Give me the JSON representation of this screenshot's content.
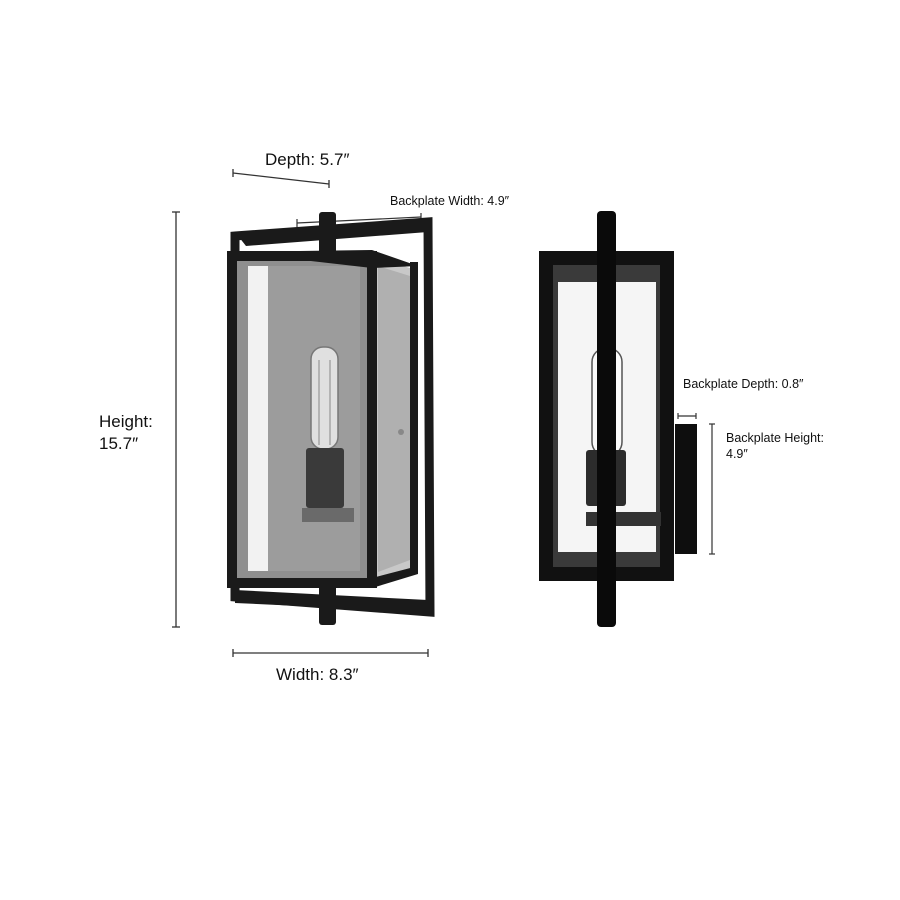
{
  "diagram": {
    "subject": "Outdoor wall lantern sconce dimensions",
    "views": [
      {
        "name": "front-three-quarter-view"
      },
      {
        "name": "side-view"
      }
    ],
    "dimensions": {
      "depth": {
        "label": "Depth: 5.7″"
      },
      "backplate_width": {
        "label": "Backplate Width: 4.9″"
      },
      "height": {
        "line1": "Height:",
        "line2": "15.7″"
      },
      "width": {
        "label": "Width: 8.3″"
      },
      "backplate_depth": {
        "label": "Backplate Depth: 0.8″"
      },
      "backplate_height": {
        "line1": "Backplate Height:",
        "line2": "4.9″"
      }
    },
    "colors": {
      "frame": "#1a1a1a",
      "glass": "#9a9a9a",
      "glass_light": "#e6e6e6",
      "dim_line": "#333333"
    }
  }
}
